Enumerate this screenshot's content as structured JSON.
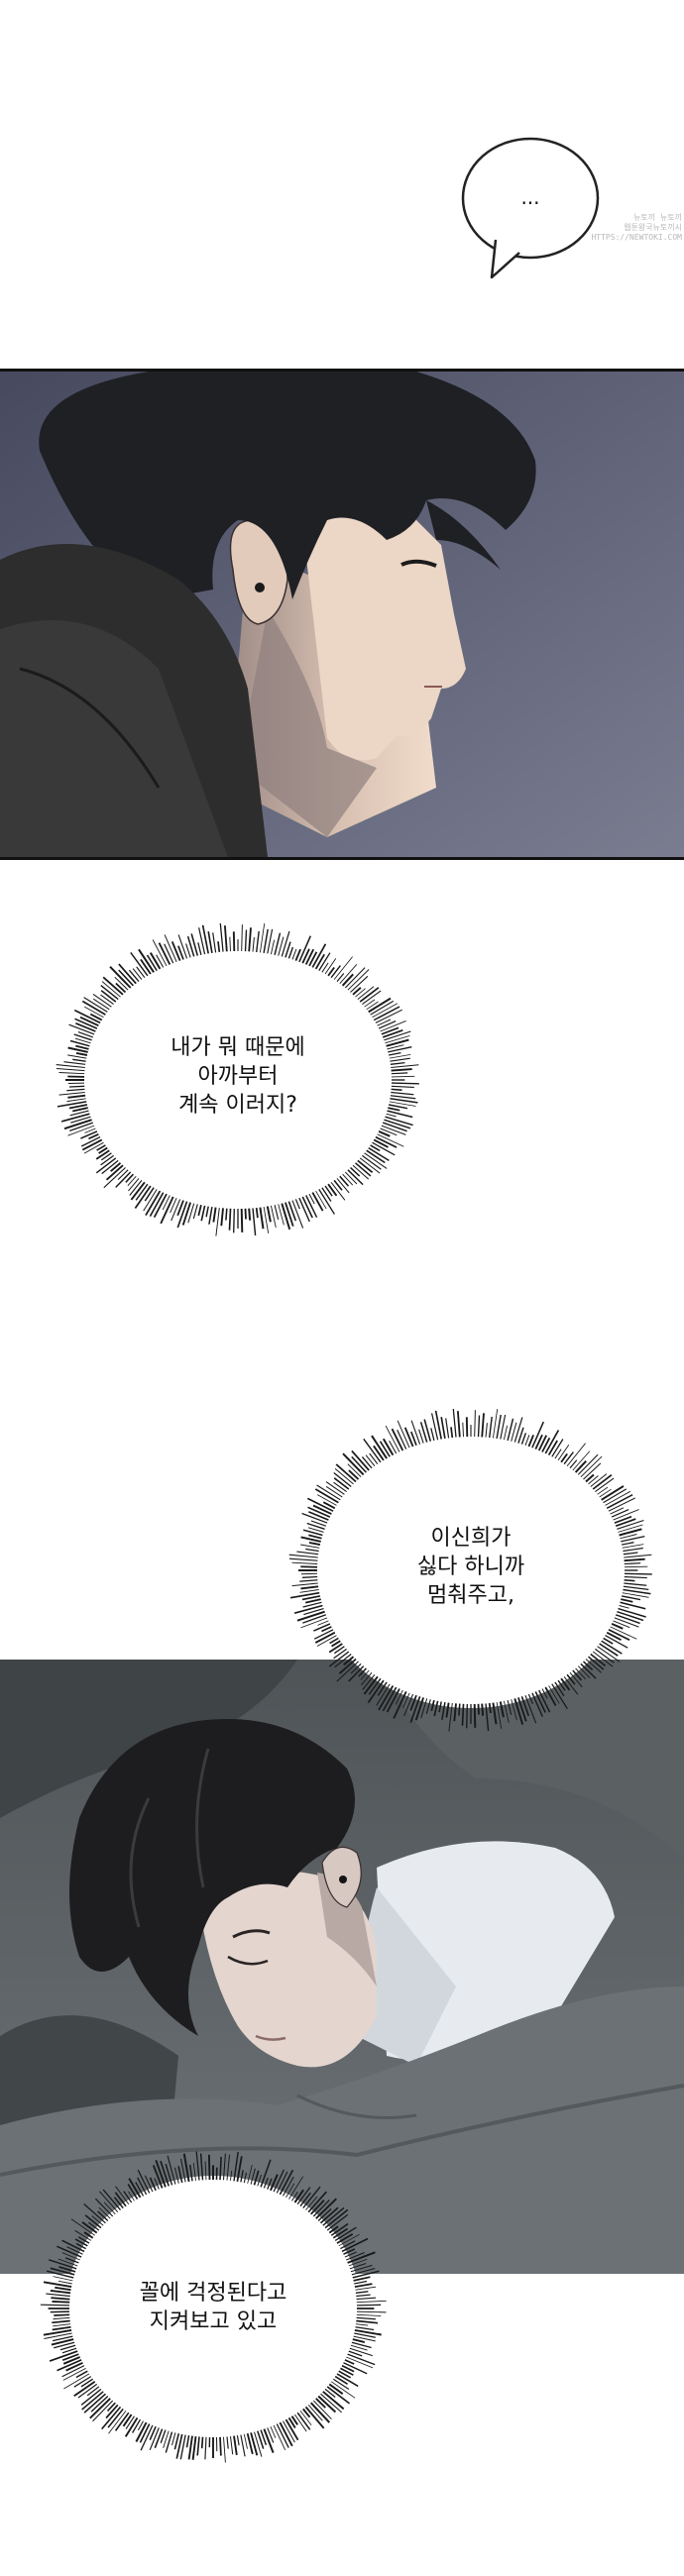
{
  "watermark": {
    "line1": "뉴토끼 뉴토끼",
    "line2": "웹툰왕국뉴토끼시",
    "line3": "HTTPS://NEWTOKI.COM"
  },
  "bubbles": {
    "ellipsis": "...",
    "thought1": {
      "lines": [
        "내가 뭐 때문에",
        "아까부터",
        "계속 이러지?"
      ]
    },
    "thought2": {
      "lines": [
        "이신희가",
        "싫다 하니까",
        "멈춰주고,"
      ]
    },
    "thought3": {
      "lines": [
        "꼴에 걱정된다고",
        "지켜보고 있고"
      ]
    }
  },
  "panels": {
    "panel1": "man-profile-night",
    "panel2": "man-sleeping-under-blanket"
  },
  "colors": {
    "hair": "#1e2024",
    "skin": "#e9d3c3",
    "jacket": "#2c2d2c",
    "night_bg": "#5d6078",
    "blanket": "#666b70",
    "pillow": "#5b6063"
  }
}
